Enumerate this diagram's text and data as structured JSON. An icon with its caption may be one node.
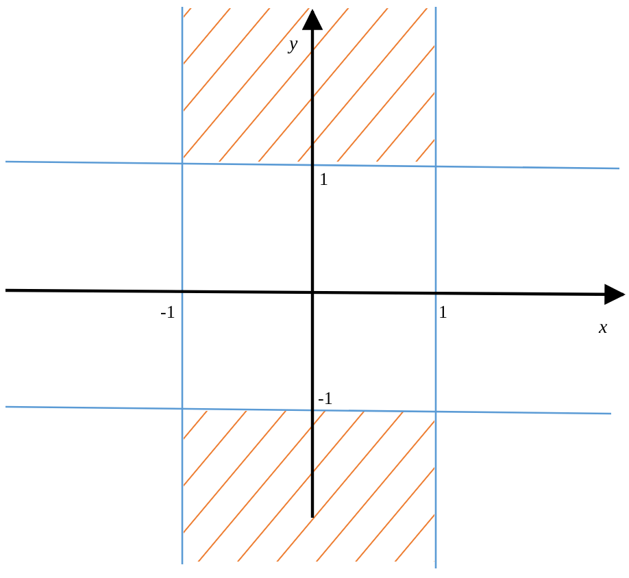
{
  "diagram": {
    "labels": [
      "y",
      "1",
      "-1",
      "1",
      "x",
      "-1"
    ]
  }
}
